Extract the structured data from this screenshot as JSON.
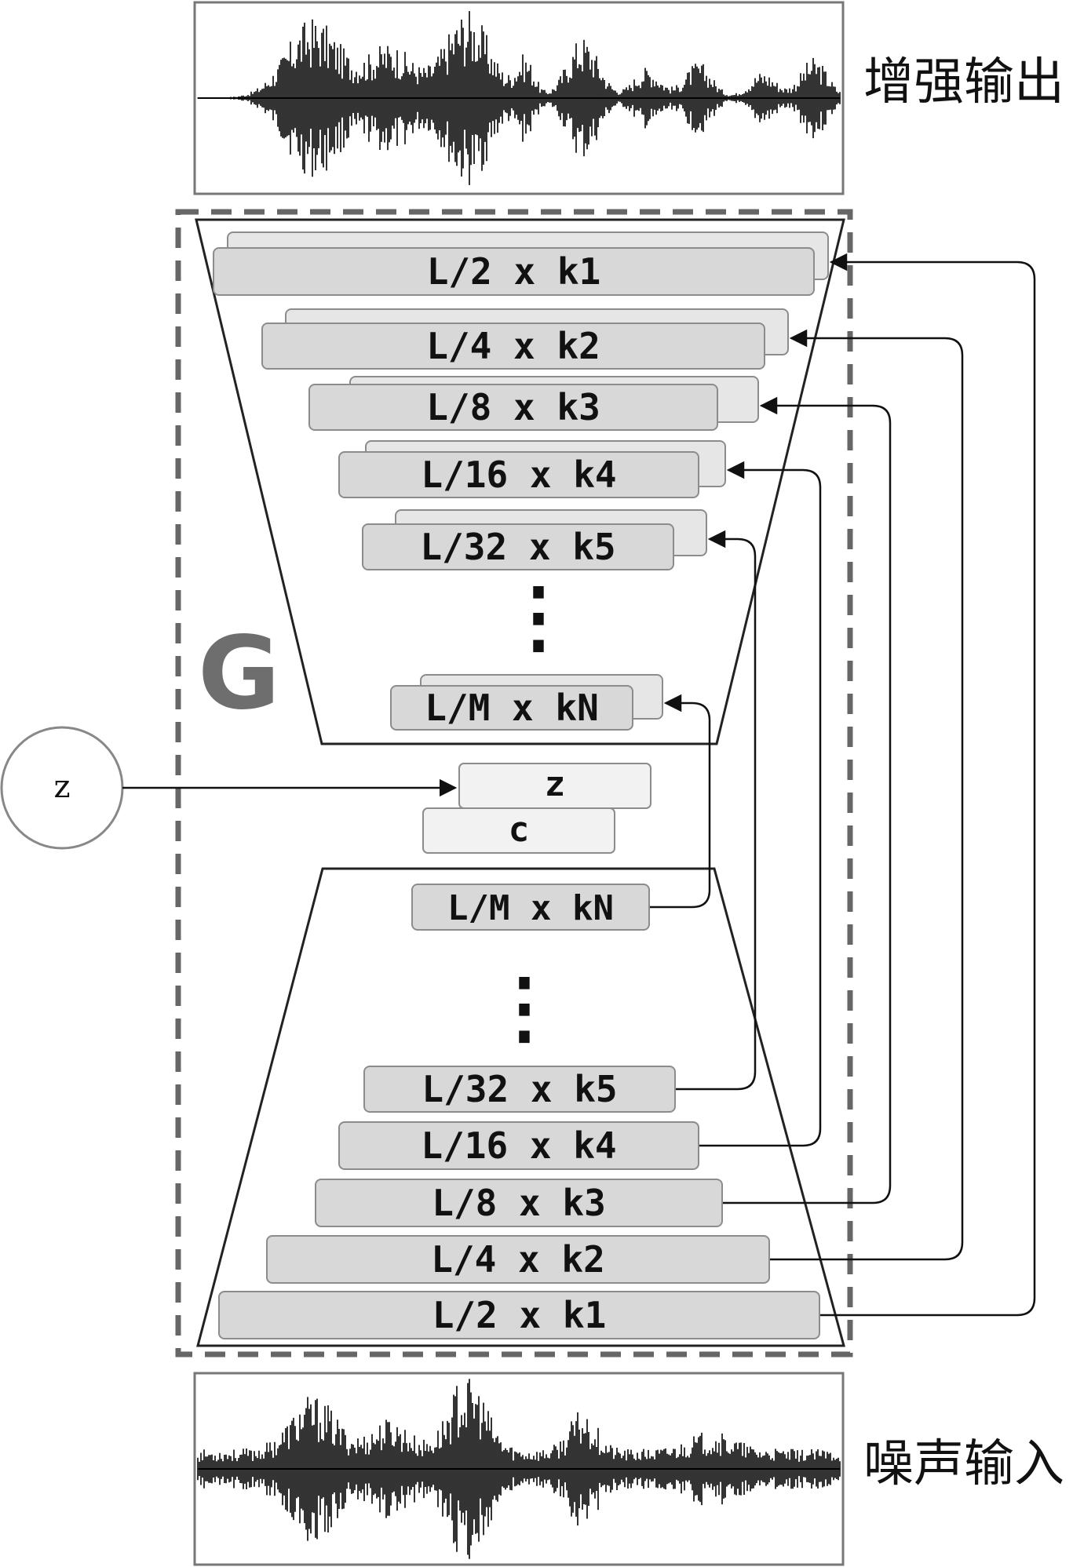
{
  "labels": {
    "enhanced_output": "增强输出",
    "noisy_input": "噪声输入",
    "generator": "G",
    "z_node": "z",
    "z_block": "z",
    "c_block": "c",
    "ellipsis": "⋮"
  },
  "encoder_layers": [
    "L/2 x k1",
    "L/4 x k2",
    "L/8 x k3",
    "L/16 x k4",
    "L/32 x k5",
    "L/M x kN"
  ],
  "decoder_layers": [
    "L/2 x k1",
    "L/4 x k2",
    "L/8 x k3",
    "L/16 x k4",
    "L/32 x k5",
    "L/M x kN"
  ],
  "colors": {
    "block_fill": "#d8d8d8",
    "block_shadow_fill": "#e6e6e6",
    "block_stroke": "#8c8c8c",
    "light_block_fill": "#f2f2f2",
    "dashed_border": "#666666",
    "generator_letter": "#6e6e6e",
    "line": "#111111",
    "waveform": "#000000"
  }
}
